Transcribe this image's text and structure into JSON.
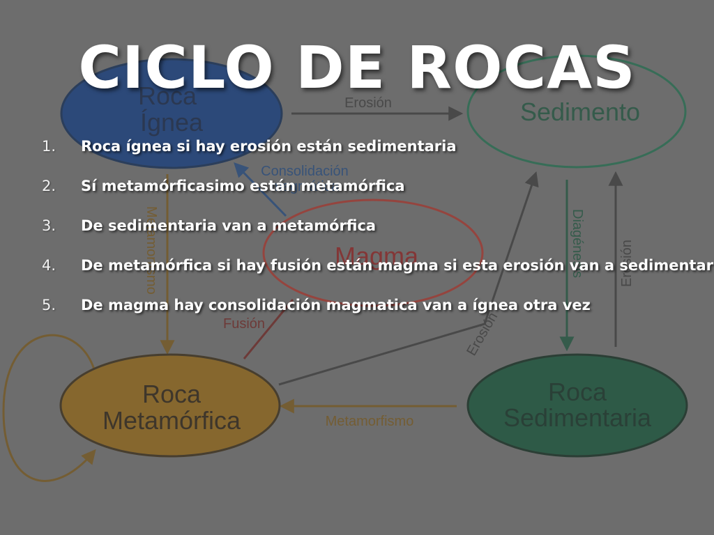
{
  "title": "CICLO DE ROCAS",
  "steps": [
    {
      "num": "1.",
      "text": "Roca ígnea si hay erosión están sedimentaria"
    },
    {
      "num": "2.",
      "text": "Sí metamórficasimo están metamórfica"
    },
    {
      "num": "3.",
      "text": "De sedimentaria van a metamórfica"
    },
    {
      "num": "4.",
      "text": "De metamórfica si hay fusión están magma si esta erosión van a sedimentaria"
    },
    {
      "num": "5.",
      "text": "De magma hay consolidación magmatica van a ígnea otra vez"
    }
  ],
  "diagram": {
    "nodes": {
      "ignea": {
        "line1": "Roca",
        "line2": "Ígnea",
        "color": "#0b3d8f"
      },
      "sedimento": {
        "label": "Sedimento",
        "color": "#1e7a55"
      },
      "magma": {
        "label": "Magma",
        "color": "#c0352a"
      },
      "metamorfica": {
        "line1": "Roca",
        "line2": "Metamórfica",
        "color": "#a6700f"
      },
      "sedimentaria": {
        "line1": "Roca",
        "line2": "Sedimentaria",
        "color": "#0e5a3a"
      }
    },
    "edges": {
      "erosion_top": "Erosión",
      "consolidacion_1": "Consolidación",
      "consolidacion_2": "magmática",
      "metamorfismo_left": "Metamorfismo",
      "fusion": "Fusión",
      "diagenesis": "Diagénesis",
      "erosion_right": "Erosión",
      "erosion_diag": "Erosión",
      "metamorfismo_bottom": "Metamorfismo"
    }
  }
}
